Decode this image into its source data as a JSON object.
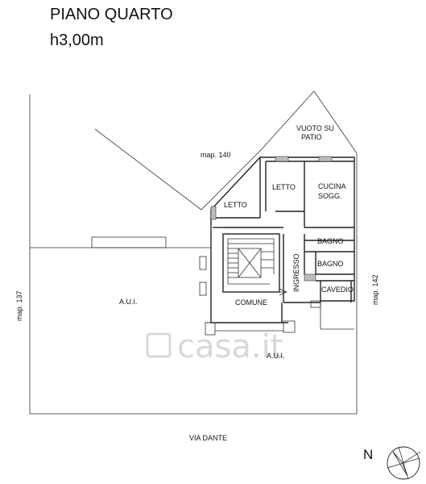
{
  "title": {
    "floor": "PIANO QUARTO",
    "height": "h3,00m"
  },
  "rooms": {
    "vuoto_line1": "VUOTO SU",
    "vuoto_line2": "PATIO",
    "map140": "map. 140",
    "letto_a": "LETTO",
    "letto_b": "LETTO",
    "cucina_line1": "CUCINA",
    "cucina_line2": "SOGG.",
    "bagno_a": "BAGNO",
    "bagno_b": "BAGNO",
    "ingresso": "INGRESSO",
    "cavedio": "CAVEDIO",
    "comune": "COMUNE",
    "aui_a": "A.U.I.",
    "aui_b": "A.U.I.",
    "map137": "map. 137",
    "map142": "map. 142"
  },
  "street": "VIA DANTE",
  "north_label": "N",
  "watermark": "casa.it",
  "colors": {
    "line": "#222222",
    "wall_fill": "#bdbdbd",
    "watermark": "#d8d8d8"
  }
}
